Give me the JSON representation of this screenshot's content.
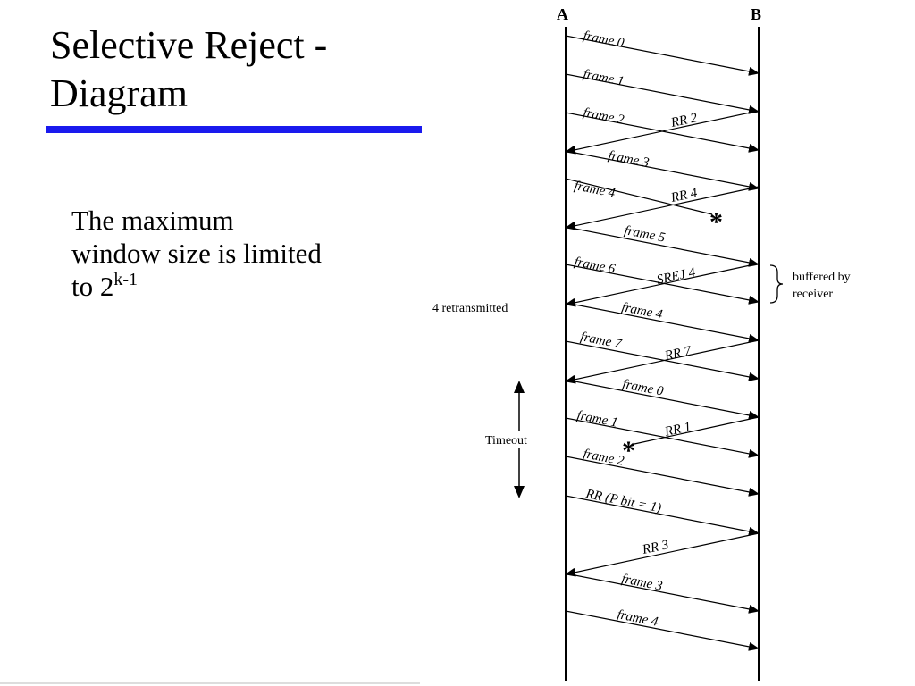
{
  "slide": {
    "title_line1": "Selective Reject -",
    "title_line2": "Diagram",
    "body_line1": "The maximum",
    "body_line2": "window size is limited",
    "body_line3_prefix": "to 2",
    "body_line3_superscript": "k-1",
    "accent_color": "#1a1aee"
  },
  "diagram": {
    "station_a": "A",
    "station_b": "B",
    "frames_a_to_b": [
      {
        "label": "frame 0"
      },
      {
        "label": "frame 1"
      },
      {
        "label": "frame 2"
      },
      {
        "label": "frame 3"
      },
      {
        "label": "frame 4",
        "lost": true
      },
      {
        "label": "frame 5"
      },
      {
        "label": "frame 6"
      },
      {
        "label": "frame 4"
      },
      {
        "label": "frame 7"
      },
      {
        "label": "frame 0"
      },
      {
        "label": "frame 1"
      },
      {
        "label": "frame 2"
      },
      {
        "label": "RR (P bit = 1)"
      },
      {
        "label": "frame 3"
      },
      {
        "label": "frame 4"
      }
    ],
    "acks_b_to_a": [
      {
        "label": "RR 2"
      },
      {
        "label": "RR 4"
      },
      {
        "label": "SREJ 4"
      },
      {
        "label": "RR 7"
      },
      {
        "label": "RR 1",
        "lost": true
      },
      {
        "label": "RR 3"
      }
    ],
    "lost_marker": "*",
    "buffered_note_line1": "buffered by",
    "buffered_note_line2": "receiver",
    "retransmit_note": "4 retransmitted",
    "timeout_label": "Timeout"
  }
}
